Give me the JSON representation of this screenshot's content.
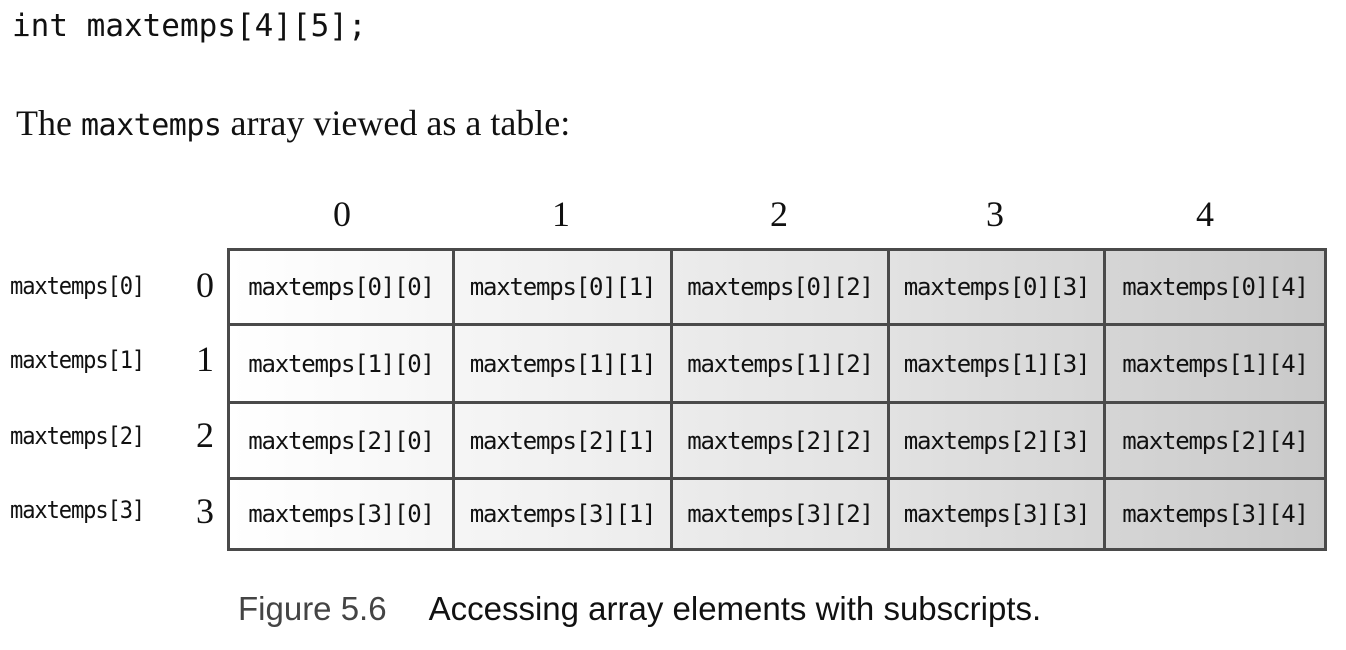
{
  "declaration": "int maxtemps[4][5];",
  "intro": {
    "before": "The ",
    "code": "maxtemps",
    "after": " array viewed as a table:"
  },
  "column_headers": [
    "0",
    "1",
    "2",
    "3",
    "4"
  ],
  "rows": [
    {
      "label": "maxtemps[0]",
      "index": "0",
      "cells": [
        "maxtemps[0][0]",
        "maxtemps[0][1]",
        "maxtemps[0][2]",
        "maxtemps[0][3]",
        "maxtemps[0][4]"
      ]
    },
    {
      "label": "maxtemps[1]",
      "index": "1",
      "cells": [
        "maxtemps[1][0]",
        "maxtemps[1][1]",
        "maxtemps[1][2]",
        "maxtemps[1][3]",
        "maxtemps[1][4]"
      ]
    },
    {
      "label": "maxtemps[2]",
      "index": "2",
      "cells": [
        "maxtemps[2][0]",
        "maxtemps[2][1]",
        "maxtemps[2][2]",
        "maxtemps[2][3]",
        "maxtemps[2][4]"
      ]
    },
    {
      "label": "maxtemps[3]",
      "index": "3",
      "cells": [
        "maxtemps[3][0]",
        "maxtemps[3][1]",
        "maxtemps[3][2]",
        "maxtemps[3][3]",
        "maxtemps[3][4]"
      ]
    }
  ],
  "caption": {
    "figure": "Figure 5.6",
    "text": "Accessing array elements with subscripts."
  },
  "colors": {
    "grid_border": "#4a4a4a",
    "gradient_start": "#ffffff",
    "gradient_end": "#c9c9c9"
  }
}
